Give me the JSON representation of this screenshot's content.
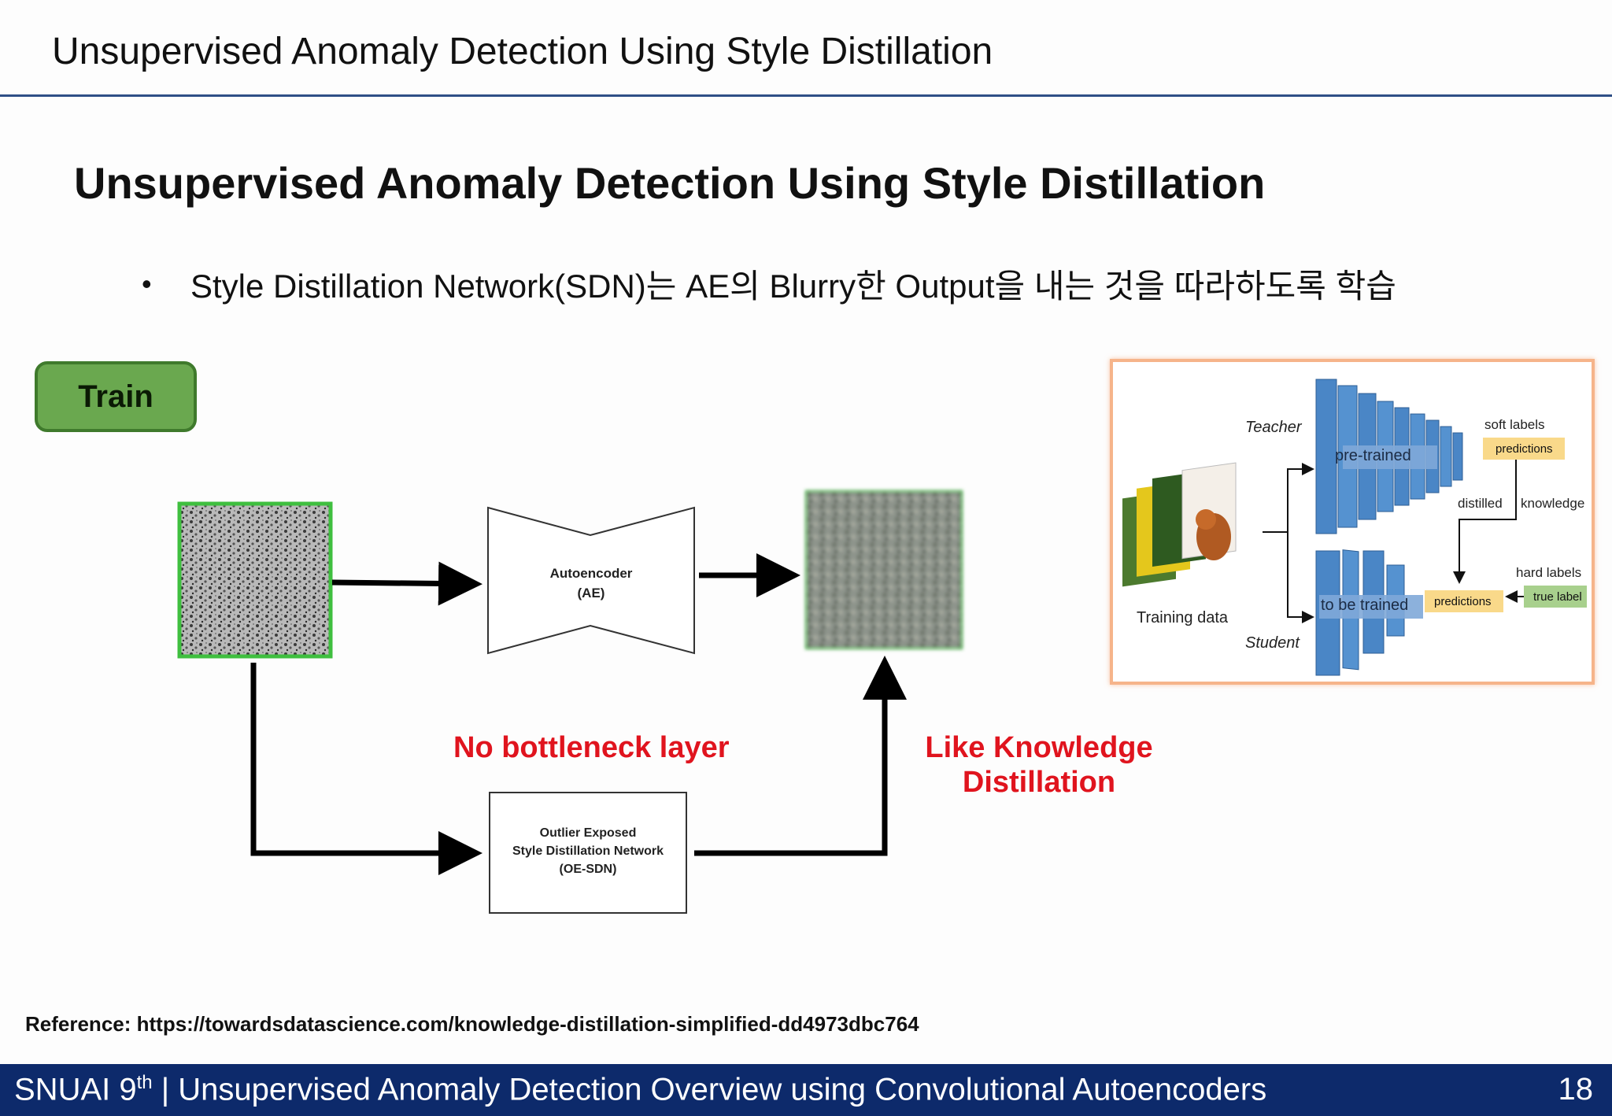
{
  "header": {
    "title": "Unsupervised Anomaly Detection Using Style Distillation"
  },
  "slide": {
    "title": "Unsupervised Anomaly Detection Using Style Distillation",
    "bullet": "Style Distillation Network(SDN)는 AE의 Blurry한 Output을 내는 것을 따라하도록 학습"
  },
  "diagram": {
    "train_label": "Train",
    "autoencoder": {
      "line1": "Autoencoder",
      "line2": "(AE)"
    },
    "oe_sdn": {
      "line1": "Outlier Exposed",
      "line2": "Style Distillation Network",
      "line3": "(OE-SDN)"
    },
    "note_bottleneck": "No bottleneck layer",
    "note_kd": {
      "line1": "Like Knowledge",
      "line2": "Distillation"
    },
    "colors": {
      "accent_red": "#e0141e",
      "train_green": "#6aa84f",
      "frame_green": "#3fbf3f"
    }
  },
  "kd_figure": {
    "teacher": "Teacher",
    "student": "Student",
    "pretrained": "pre-trained",
    "to_be_trained": "to be trained",
    "training_data": "Training data",
    "soft_labels": "soft labels",
    "predictions_top": "predictions",
    "distilled": "distilled",
    "knowledge": "knowledge",
    "hard_labels": "hard labels",
    "predictions_bottom": "predictions",
    "true_label": "true label"
  },
  "reference": "Reference: https://towardsdatascience.com/knowledge-distillation-simplified-dd4973dbc764",
  "footer": {
    "org": "SNUAI 9",
    "org_sup": "th",
    "topic": " | Unsupervised Anomaly Detection Overview using Convolutional Autoencoders",
    "page": "18"
  }
}
